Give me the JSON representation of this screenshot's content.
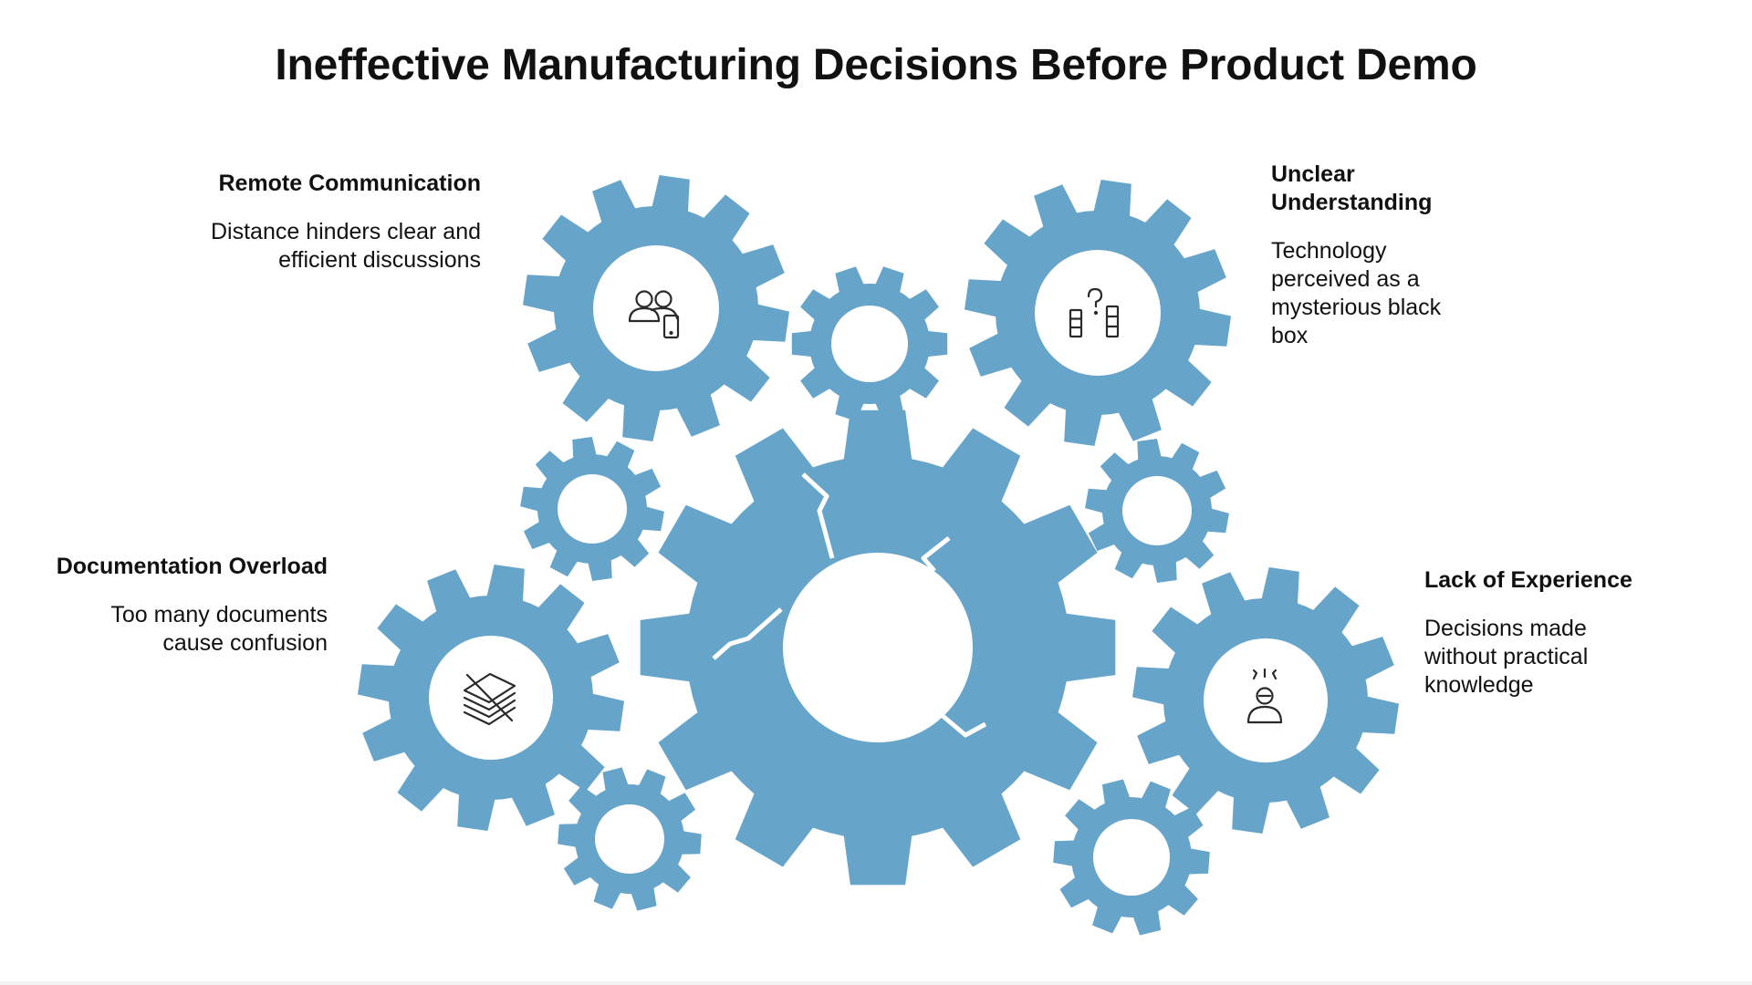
{
  "title": "Ineffective Manufacturing Decisions Before Product Demo",
  "colors": {
    "gear": "#66a5c9",
    "icon_stroke": "#2a2a2a",
    "background": "#ffffff"
  },
  "callouts": {
    "remote": {
      "heading": "Remote Communication",
      "description": "Distance hinders clear and efficient discussions",
      "icon": "people-device-icon"
    },
    "unclear": {
      "heading": "Unclear Understanding",
      "description": "Technology perceived as a mysterious black box",
      "icon": "question-boxes-icon"
    },
    "documentation": {
      "heading": "Documentation Overload",
      "description": "Too many documents cause confusion",
      "icon": "document-stack-icon"
    },
    "experience": {
      "heading": "Lack of Experience",
      "description": "Decisions made without practical knowledge",
      "icon": "stressed-person-icon"
    }
  }
}
